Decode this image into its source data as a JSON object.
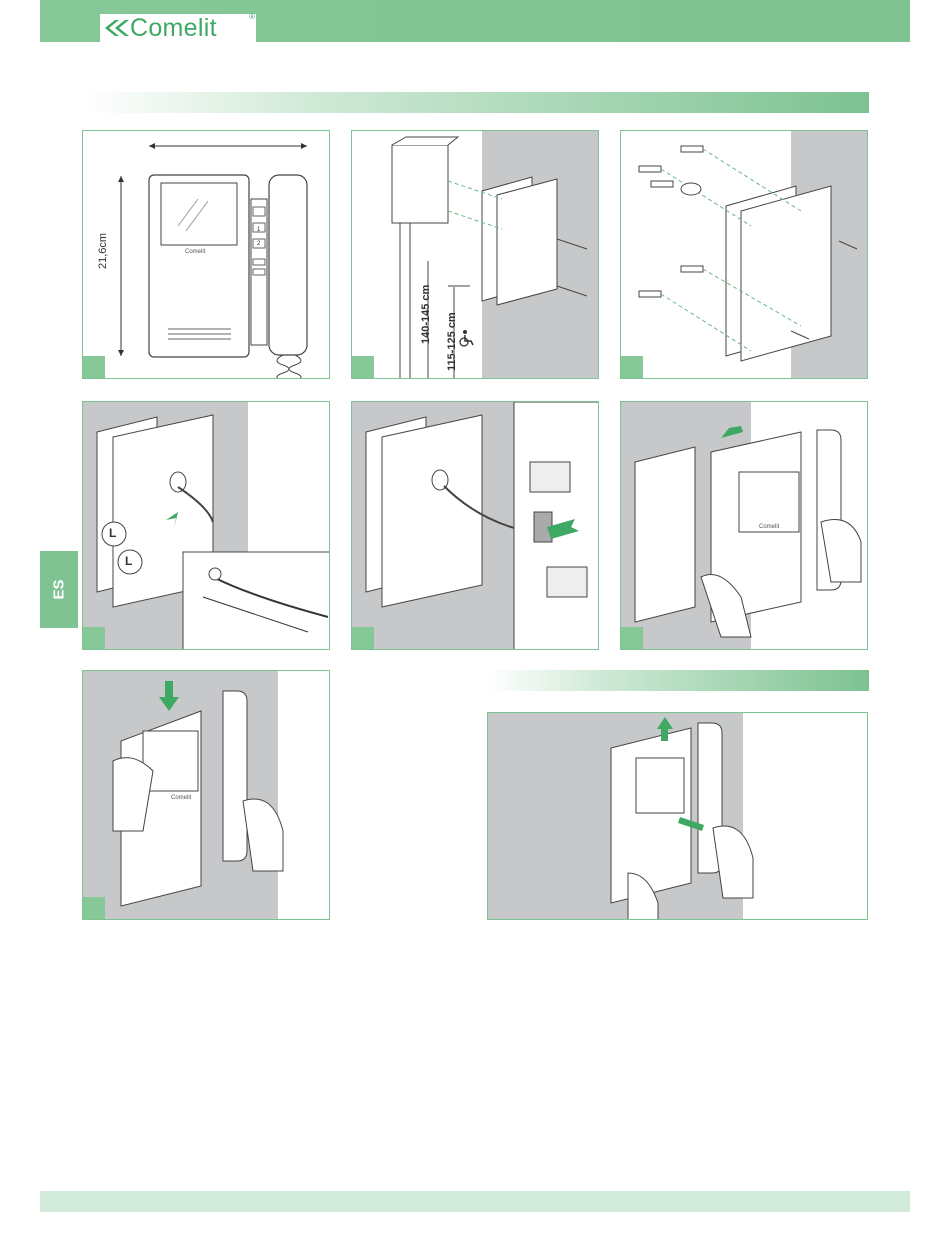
{
  "header": {
    "brand": "Comelit",
    "registered_mark": "®"
  },
  "side_tab": {
    "language": "ES"
  },
  "panels": {
    "p1": {
      "dim_height": "21,6cm",
      "buttons": [
        "1",
        "2"
      ],
      "screen_brand": "Comelit"
    },
    "p2": {
      "height_range_standard": "140-145 cm",
      "height_range_accessible": "115-125 cm",
      "accessibility_icon": "wheelchair-icon"
    },
    "p4": {
      "connector_labels": [
        "L",
        "L"
      ]
    },
    "p6": {
      "screen_brand": "Comelit"
    },
    "p7": {
      "screen_brand": "Comelit"
    }
  },
  "colors": {
    "brand_green": "#3fa964",
    "accent_green": "#7fc393",
    "panel_gray": "#c6c8ca"
  }
}
